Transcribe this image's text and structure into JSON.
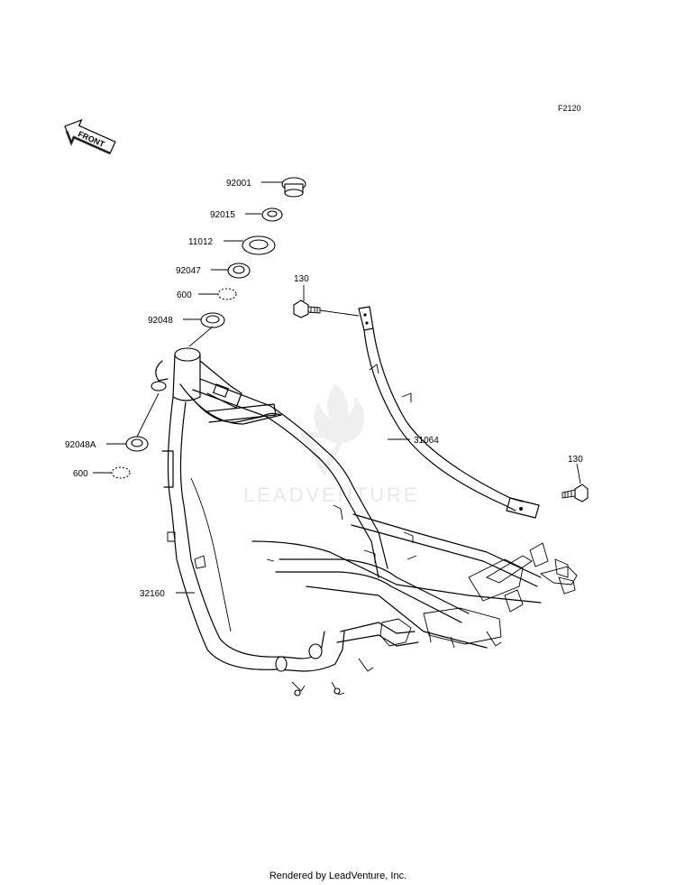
{
  "figure_code": "F2120",
  "front_marker": "FRONT",
  "watermark": {
    "text": "LEADVENTURE",
    "color": "#e6e6e6"
  },
  "callouts": [
    {
      "id": "c-92001",
      "label": "92001"
    },
    {
      "id": "c-92015",
      "label": "92015"
    },
    {
      "id": "c-11012",
      "label": "11012"
    },
    {
      "id": "c-92047",
      "label": "92047"
    },
    {
      "id": "c-600-top",
      "label": "600"
    },
    {
      "id": "c-92048",
      "label": "92048"
    },
    {
      "id": "c-130-top",
      "label": "130"
    },
    {
      "id": "c-92048A",
      "label": "92048A"
    },
    {
      "id": "c-600-bottom",
      "label": "600"
    },
    {
      "id": "c-31064",
      "label": "31064"
    },
    {
      "id": "c-130-right",
      "label": "130"
    },
    {
      "id": "c-32160",
      "label": "32160"
    }
  ],
  "footer": {
    "credit": "Rendered by LeadVenture, Inc."
  }
}
